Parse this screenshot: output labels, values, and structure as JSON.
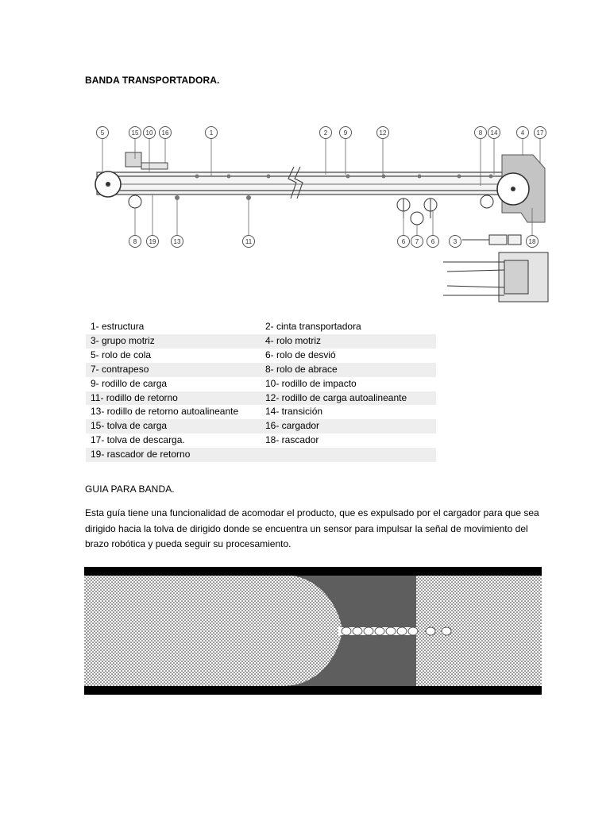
{
  "title": "BANDA TRANSPORTADORA.",
  "diagram": {
    "callouts_top": [
      "5",
      "15",
      "10",
      "16",
      "1",
      "2",
      "9",
      "12",
      "8",
      "14",
      "4",
      "17"
    ],
    "callouts_bottom": [
      "8",
      "19",
      "13",
      "11",
      "6",
      "7",
      "6",
      "3",
      "18"
    ]
  },
  "legend": [
    [
      "1- estructura",
      "2- cinta transportadora"
    ],
    [
      "3- grupo motriz",
      "4- rolo motriz"
    ],
    [
      "5- rolo de cola",
      "6- rolo de desvió"
    ],
    [
      "7- contrapeso",
      "8- rolo de abrace"
    ],
    [
      "9- rodillo de carga",
      "10- rodillo de impacto"
    ],
    [
      "11- rodillo de retorno",
      "12- rodillo de carga autoalineante"
    ],
    [
      "13- rodillo de retorno autoalineante",
      "14- transición"
    ],
    [
      "15- tolva de carga",
      "16- cargador"
    ],
    [
      "17- tolva de descarga.",
      "18- rascador"
    ],
    [
      "19- rascador de retorno",
      ""
    ]
  ],
  "guide_title": "GUIA PARA BANDA.",
  "paragraph": "Esta guía tiene una funcionalidad de acomodar el producto, que es expulsado por el cargador para que sea dirigido hacia la tolva de dirigido donde se encuentra un sensor para impulsar la señal de movimiento del brazo robótica y pueda seguir su procesamiento.",
  "colors": {
    "belt_dark": "#5e5e5e",
    "rail_black": "#000000",
    "zebra": "#eeeeee"
  }
}
